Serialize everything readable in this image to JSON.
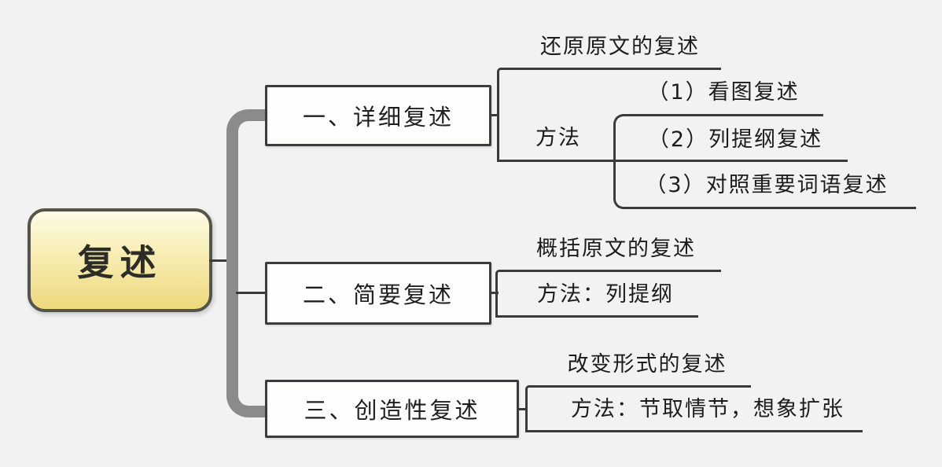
{
  "diagram": {
    "type": "mindmap",
    "root": {
      "label": "复述"
    },
    "branches": [
      {
        "title": "一、详细复述",
        "children": [
          {
            "label": "还原原文的复述"
          },
          {
            "label": "方法",
            "children": [
              {
                "label": "（1）看图复述"
              },
              {
                "label": "（2）列提纲复述"
              },
              {
                "label": "（3）对照重要词语复述"
              }
            ]
          }
        ]
      },
      {
        "title": "二、简要复述",
        "children": [
          {
            "label": "概括原文的复述"
          },
          {
            "label": "方法：列提纲"
          }
        ]
      },
      {
        "title": "三、创造性复述",
        "children": [
          {
            "label": "改变形式的复述"
          },
          {
            "label": "方法：节取情节，想象扩张"
          }
        ]
      }
    ],
    "colors": {
      "background": "#f1f2f1",
      "root_fill_top": "#fefbe6",
      "root_fill_bottom": "#edd87c",
      "root_border": "#55544a",
      "node_border": "#3c3c3c",
      "line": "#3a3a3a",
      "trunk": "#8b8b8b",
      "text": "#1f1f1f"
    }
  }
}
